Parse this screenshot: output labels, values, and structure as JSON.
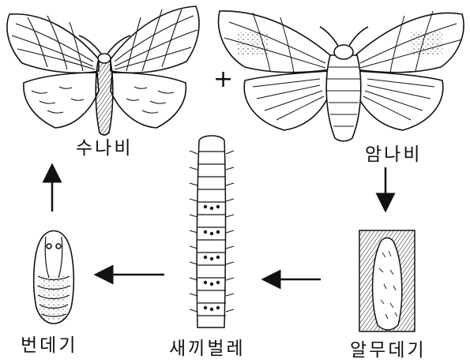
{
  "diagram": {
    "labels": {
      "male_moth": "수나비",
      "female_moth": "암나비",
      "larva": "새끼벌레",
      "cocoon": "알무데기",
      "pupa": "번데기"
    },
    "plus_sign": "+"
  },
  "colors": {
    "ink": "#111111",
    "background": "#ffffff"
  }
}
